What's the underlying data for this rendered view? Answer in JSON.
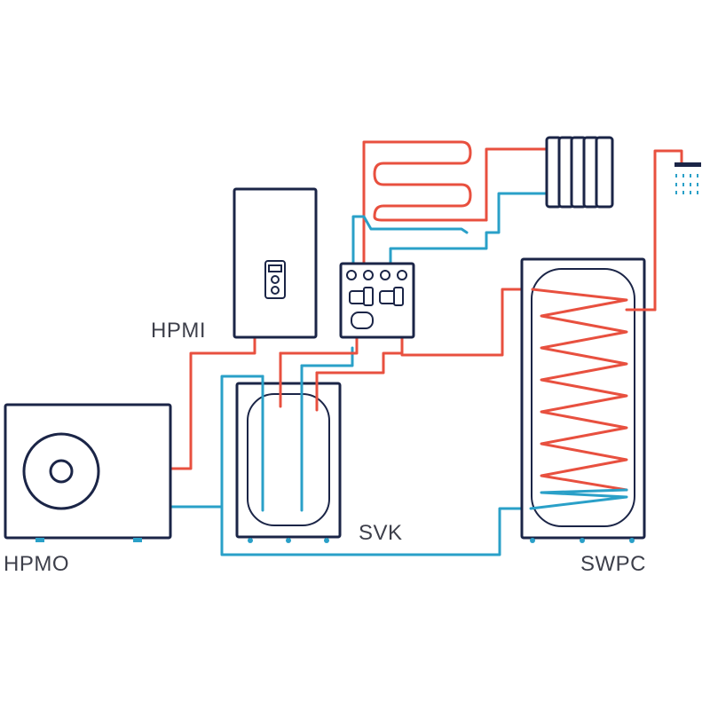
{
  "labels": {
    "hpmo": "HPMO",
    "hpmi": "HPMI",
    "svk": "SVK",
    "swpc": "SWPC"
  },
  "colors": {
    "hot_pipe": "#e8503f",
    "cold_pipe": "#2aa0c8",
    "outline": "#1b2547",
    "label_text": "#3d3f4a"
  },
  "icons": [
    "fan-icon",
    "control-panel-icon",
    "pump-icon",
    "radiator-icon",
    "underfloor-heating-icon",
    "shower-icon"
  ]
}
